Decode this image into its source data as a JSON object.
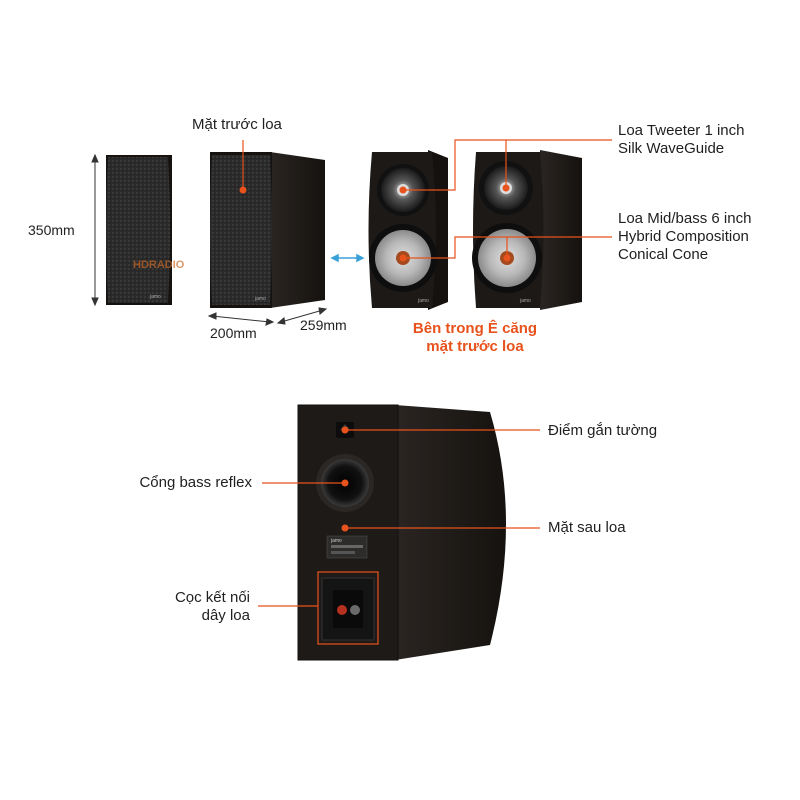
{
  "colors": {
    "callout_line": "#e8521c",
    "accent_text": "#e8521c",
    "dimension_line": "#333333",
    "arrow_blue": "#3aa0d8",
    "cabinet": "#1f1c1a",
    "grille": "#2c2b2b"
  },
  "dimensions": {
    "height": "350mm",
    "width": "200mm",
    "depth": "259mm"
  },
  "watermark": "HDRADIO",
  "brand_badge": "JAMO",
  "labels": {
    "front_grille": "Mặt trước loa",
    "tweeter_line1": "Loa Tweeter 1 inch",
    "tweeter_line2": "Silk WaveGuide",
    "midbass_line1": "Loa Mid/bass 6 inch",
    "midbass_line2": "Hybrid Composition",
    "midbass_line3": "Conical Cone",
    "inside_line1": "Bên trong Ê căng",
    "inside_line2": "mặt trước loa",
    "wall_mount": "Điểm gắn tường",
    "bass_reflex": "Cổng bass reflex",
    "rear_panel": "Mặt sau loa",
    "terminal_line1": "Cọc kết nối",
    "terminal_line2": "dây loa"
  }
}
